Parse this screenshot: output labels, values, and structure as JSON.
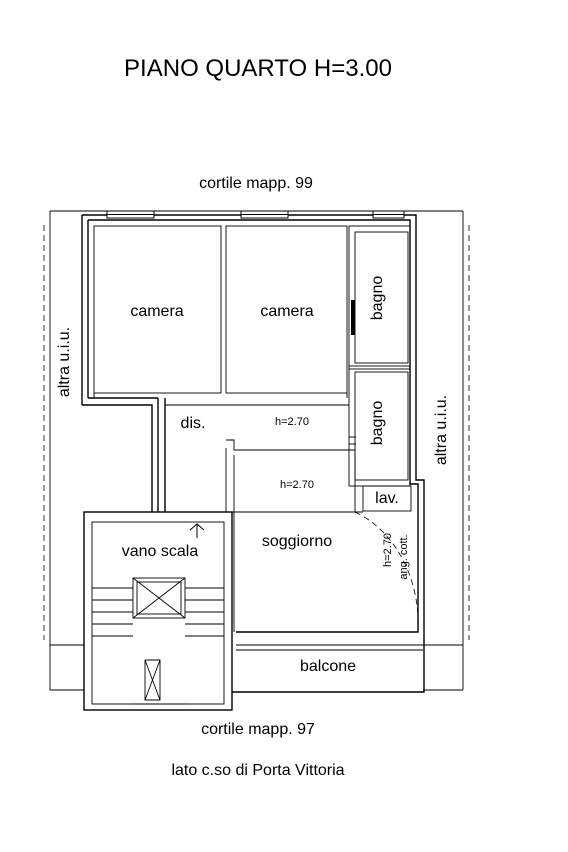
{
  "title": "PIANO QUARTO H=3.00",
  "top_label": "cortile mapp. 99",
  "bottom_label": "cortile mapp. 97",
  "street_label": "lato c.so di Porta Vittoria",
  "left_label": "altra u.i.u.",
  "right_label": "altra u.i.u.",
  "rooms": {
    "camera_1": "camera",
    "camera_2": "camera",
    "bagno_1": "bagno",
    "bagno_2": "bagno",
    "dis": "dis.",
    "dis_height": "h=2.70",
    "soggiorno": "soggiorno",
    "soggiorno_height": "h=2.70",
    "lav": "lav.",
    "ang_cott_height": "h=2.70",
    "ang_cott": "ang. cott.",
    "vano_scala": "vano scala",
    "balcone": "balcone"
  }
}
